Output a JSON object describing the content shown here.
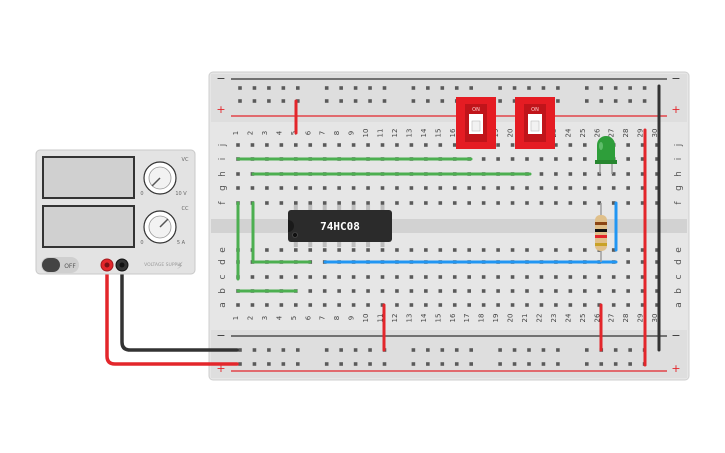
{
  "breadboard": {
    "rails": {
      "plus": "+",
      "minus": "−"
    },
    "row_letters_top": [
      "j",
      "i",
      "h",
      "g",
      "f"
    ],
    "row_letters_bottom": [
      "e",
      "d",
      "c",
      "b",
      "a"
    ],
    "column_count": 30
  },
  "chip": {
    "label": "74HC08"
  },
  "power_supply": {
    "switch_label": "OFF",
    "knob1": {
      "marks": [
        "0",
        "10 V"
      ],
      "indicator": "VC"
    },
    "knob2": {
      "marks": [
        "0",
        "5 A"
      ],
      "indicator": "CC"
    },
    "brand": "VOLTAGE SUPPLY"
  },
  "colors": {
    "wire_red": "#e3262b",
    "wire_black": "#333333",
    "wire_green": "#4caf50",
    "wire_blue": "#2196f3",
    "switch_red": "#e51c23",
    "led_green": "#2e9e3a",
    "chip_body": "#2b2b2b",
    "board": "#e4e4e4"
  }
}
